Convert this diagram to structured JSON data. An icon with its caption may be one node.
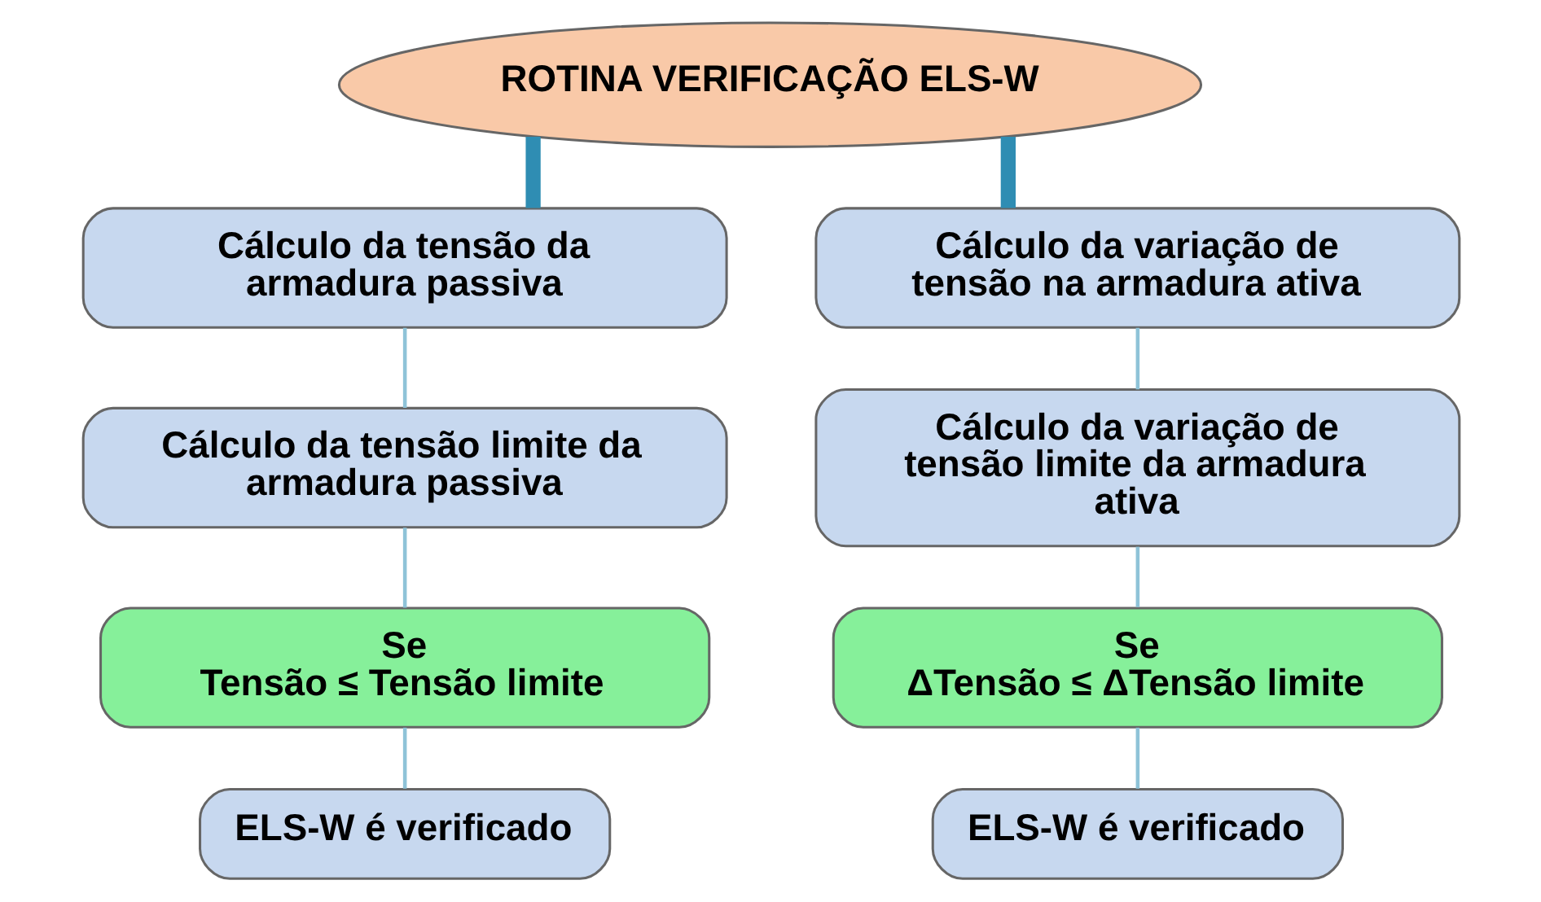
{
  "diagram": {
    "nodes": [
      {
        "text": [
          "ROTINA VERIFICAÇÃO ELS-W"
        ]
      },
      {
        "text": [
          "Cálculo da tensão da armadura passiva"
        ]
      },
      {
        "text": [
          "Cálculo da tensão limite da armadura passiva"
        ]
      },
      {
        "text": [
          "Se",
          "Tensão ≤ Tensão limite"
        ]
      },
      {
        "text": [
          "ELS-W é verificado"
        ]
      },
      {
        "text": [
          "Cálculo da variação de tensão na armadura ativa"
        ]
      },
      {
        "text": [
          "Cálculo da variação de tensão limite da armadura ativa"
        ]
      },
      {
        "text": [
          "Se",
          "ΔTensão ≤ ΔTensão limite"
        ]
      },
      {
        "text": [
          "ELS-W é verificado"
        ]
      }
    ],
    "edges": [
      {
        "from": 0,
        "to": 1,
        "arrow": "none",
        "style": "thick",
        "color": "#2f8db3"
      },
      {
        "from": 0,
        "to": 5,
        "arrow": "none",
        "style": "thick",
        "color": "#2f8db3"
      },
      {
        "from": 1,
        "to": 2,
        "arrow": "none"
      },
      {
        "from": 2,
        "to": 3,
        "arrow": "none"
      },
      {
        "from": 3,
        "to": 4,
        "arrow": "none"
      },
      {
        "from": 5,
        "to": 6,
        "arrow": "none"
      },
      {
        "from": 6,
        "to": 7,
        "arrow": "none"
      },
      {
        "from": 7,
        "to": 8,
        "arrow": "none"
      }
    ]
  }
}
